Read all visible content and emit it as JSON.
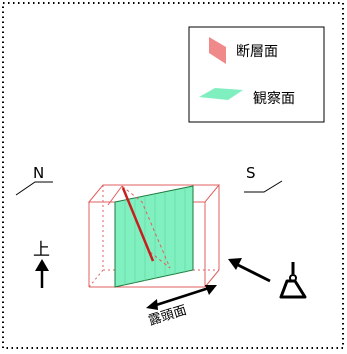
{
  "legend": {
    "fault_label": "断層面",
    "observation_label": "観察面",
    "fault_color": "#f08a8a",
    "observation_color": "#7fefc0"
  },
  "directions": {
    "north": "N",
    "south": "S",
    "up": "上"
  },
  "outcrop_label": "露頭面",
  "colors": {
    "face_fill": "#80f0c0",
    "face_edge": "#1e7a3c",
    "box_edge": "#e06060",
    "fault_line": "#c81e1e"
  }
}
